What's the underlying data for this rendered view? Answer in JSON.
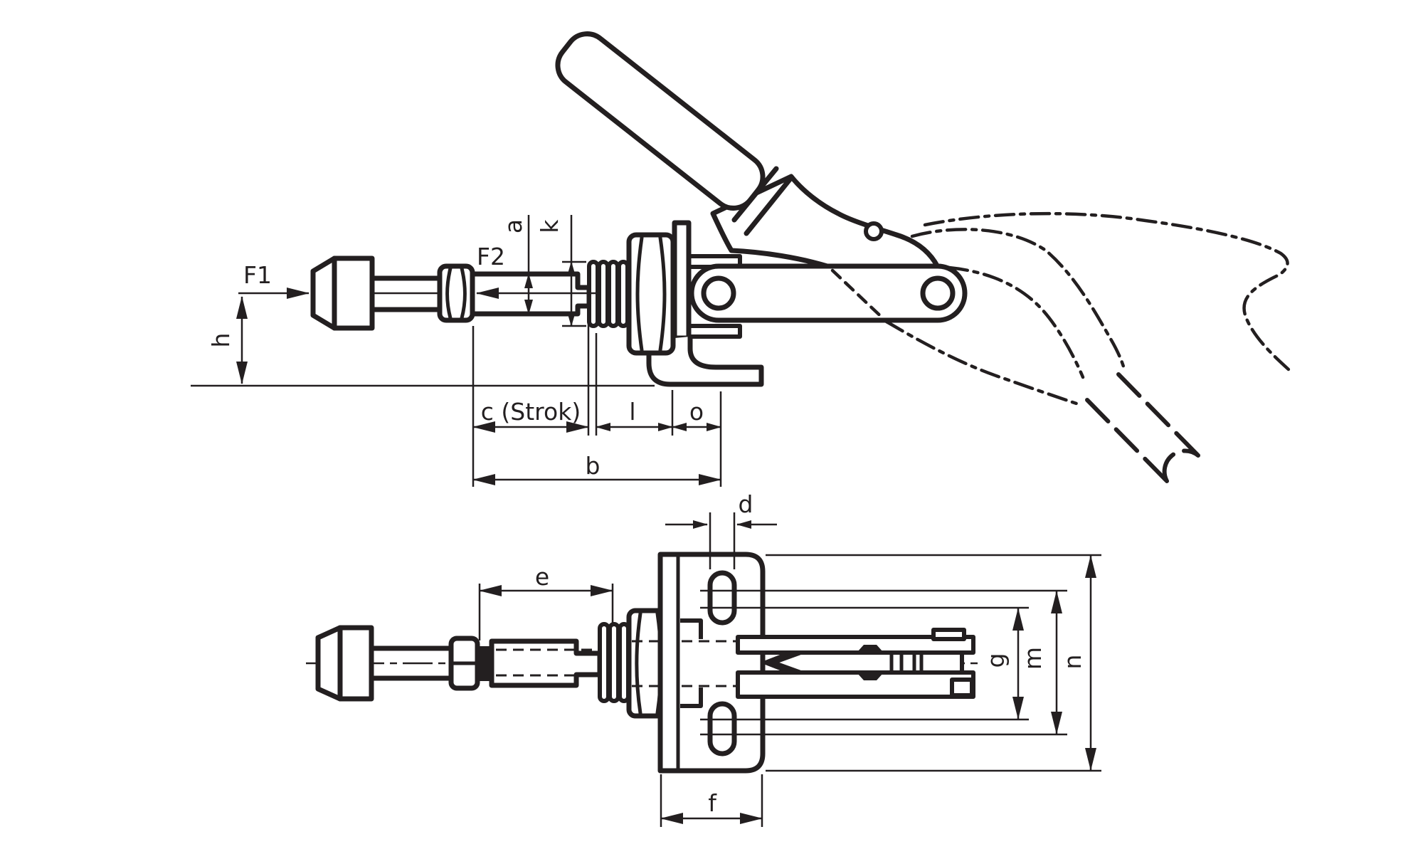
{
  "drawing": {
    "title": "push-pull toggle clamp technical drawing, two orthographic views",
    "colors": {
      "line": "#231f20",
      "background": "#ffffff"
    },
    "labels": {
      "f1": "F1",
      "f2": "F2",
      "a": "a",
      "k": "k",
      "h": "h",
      "c_strok": "c (Strok)",
      "l": "l",
      "o": "o",
      "b": "b",
      "d": "d",
      "e": "e",
      "f": "f",
      "g": "g",
      "m": "m",
      "n": "n"
    }
  }
}
